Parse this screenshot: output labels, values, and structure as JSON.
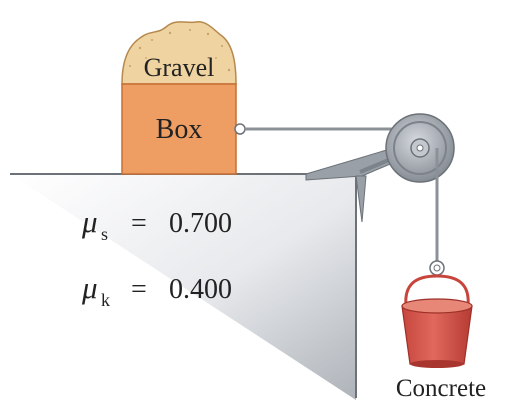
{
  "labels": {
    "gravel": "Gravel",
    "box": "Box",
    "concrete": "Concrete"
  },
  "coefficients": {
    "static": {
      "symbol": "μ",
      "subscript": "s",
      "equals": "=",
      "value": "0.700"
    },
    "kinetic": {
      "symbol": "μ",
      "subscript": "k",
      "equals": "=",
      "value": "0.400"
    }
  },
  "colors": {
    "box_fill": "#ee9e63",
    "box_stroke": "#c66f34",
    "gravel_fill": "#efd3a0",
    "gravel_stroke": "#b58a4e",
    "bucket_fill": "#d4574c",
    "bucket_rim": "#e68778",
    "pulley": "#9aa0a8",
    "rope": "#8c9097",
    "table_edge": "#6c7278",
    "shadow": "#c8ccd1"
  }
}
